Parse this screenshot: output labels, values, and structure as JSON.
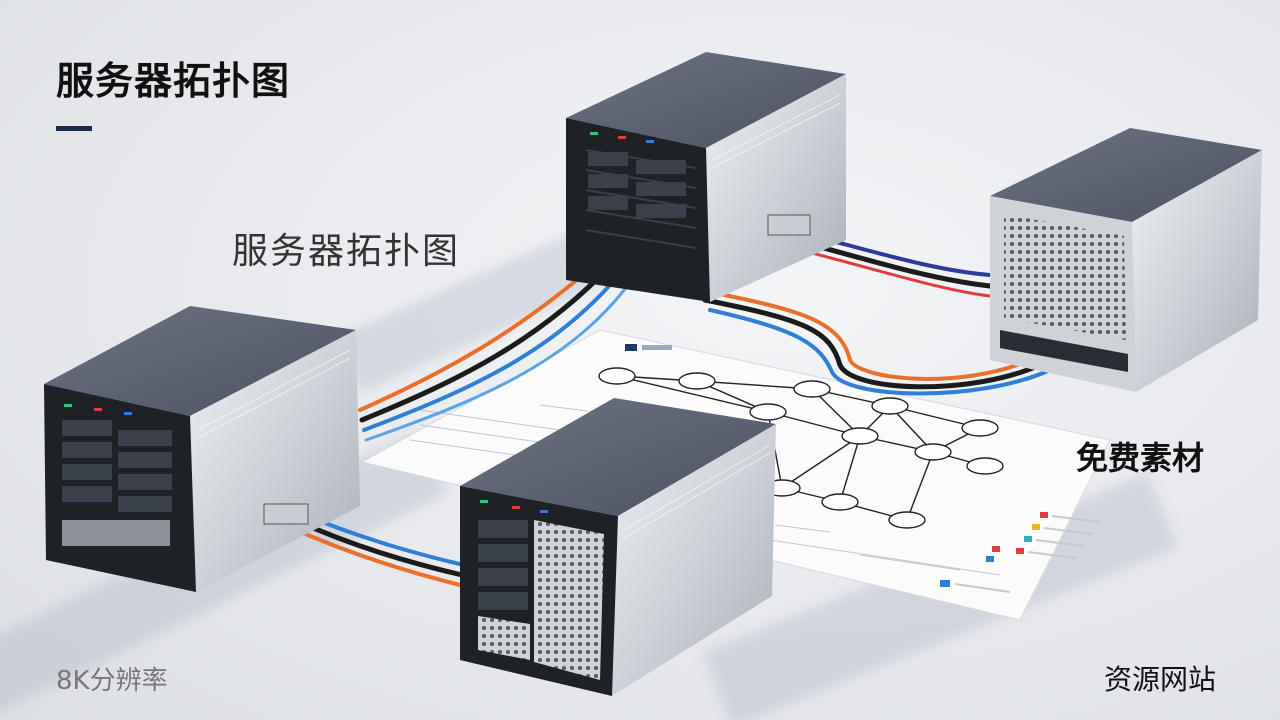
{
  "title": "服务器拓扑图",
  "subtitle": "服务器拓扑图",
  "free_label": "免费素材",
  "resolution_label": "8K分辨率",
  "site_label": "资源网站",
  "colors": {
    "title_bar": "#1b2a4a",
    "cable_orange": "#e8702a",
    "cable_blue": "#2f7fd6",
    "cable_navy": "#2c3a9a",
    "cable_black": "#1b1b1b",
    "server_top": "#5b6372",
    "server_side": "#d9dde2",
    "server_front": "#1e2126"
  }
}
